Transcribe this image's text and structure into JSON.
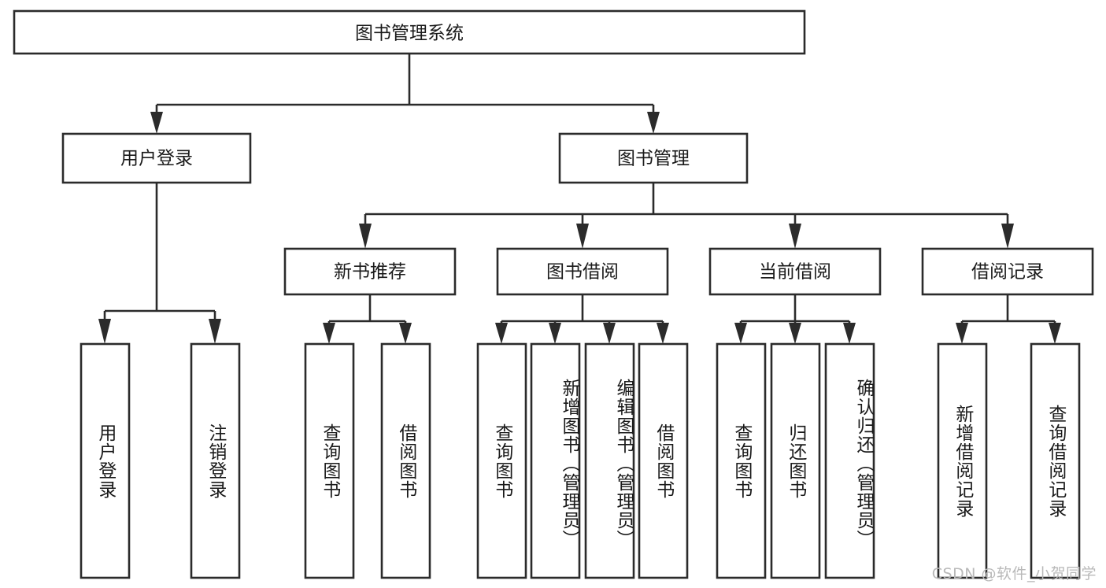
{
  "diagram": {
    "title": "图书管理系统",
    "type": "hierarchy-tree",
    "watermark": "CSDN @软件_小贺同学",
    "root": {
      "id": "root",
      "label": "图书管理系统",
      "orientation": "horizontal"
    },
    "level2": [
      {
        "id": "user-login",
        "label": "用户登录",
        "orientation": "horizontal"
      },
      {
        "id": "book-manage",
        "label": "图书管理",
        "orientation": "horizontal"
      }
    ],
    "level3": [
      {
        "id": "new-book-rec",
        "label": "新书推荐",
        "orientation": "horizontal",
        "parent": "book-manage"
      },
      {
        "id": "book-borrow",
        "label": "图书借阅",
        "orientation": "horizontal",
        "parent": "book-manage"
      },
      {
        "id": "current-borrow",
        "label": "当前借阅",
        "orientation": "horizontal",
        "parent": "book-manage"
      },
      {
        "id": "borrow-record",
        "label": "借阅记录",
        "orientation": "horizontal",
        "parent": "book-manage"
      }
    ],
    "leaves": [
      {
        "id": "leaf-user-login",
        "label": "用户登录",
        "parent": "user-login",
        "orientation": "vertical"
      },
      {
        "id": "leaf-user-logout",
        "label": "注销登录",
        "parent": "user-login",
        "orientation": "vertical"
      },
      {
        "id": "leaf-query-book-1",
        "label": "查询图书",
        "parent": "new-book-rec",
        "orientation": "vertical"
      },
      {
        "id": "leaf-borrow-book-1",
        "label": "借阅图书",
        "parent": "new-book-rec",
        "orientation": "vertical"
      },
      {
        "id": "leaf-query-book-2",
        "label": "查询图书",
        "parent": "book-borrow",
        "orientation": "vertical"
      },
      {
        "id": "leaf-add-book",
        "label": "新增图书（管理员）",
        "parent": "book-borrow",
        "orientation": "vertical"
      },
      {
        "id": "leaf-edit-book",
        "label": "编辑图书（管理员）",
        "parent": "book-borrow",
        "orientation": "vertical"
      },
      {
        "id": "leaf-borrow-book-2",
        "label": "借阅图书",
        "parent": "book-borrow",
        "orientation": "vertical"
      },
      {
        "id": "leaf-query-book-3",
        "label": "查询图书",
        "parent": "current-borrow",
        "orientation": "vertical"
      },
      {
        "id": "leaf-return-book",
        "label": "归还图书",
        "parent": "current-borrow",
        "orientation": "vertical"
      },
      {
        "id": "leaf-confirm-return",
        "label": "确认归还（管理员）",
        "parent": "current-borrow",
        "orientation": "vertical"
      },
      {
        "id": "leaf-add-record",
        "label": "新增借阅记录",
        "parent": "borrow-record",
        "orientation": "vertical"
      },
      {
        "id": "leaf-query-record",
        "label": "查询借阅记录",
        "parent": "borrow-record",
        "orientation": "vertical"
      }
    ],
    "colors": {
      "box_stroke": "#2b2b2b",
      "box_fill": "#ffffff",
      "text": "#1a1a1a",
      "background": "#ffffff",
      "watermark": "#b9b9b9"
    }
  }
}
